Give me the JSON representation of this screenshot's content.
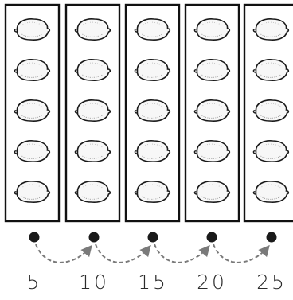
{
  "lemons_per_group": 5,
  "groups": [
    {
      "label": "5"
    },
    {
      "label": "10"
    },
    {
      "label": "15"
    },
    {
      "label": "20"
    },
    {
      "label": "25"
    }
  ],
  "colors": {
    "ink": "#1a1a1a",
    "frame": "#111111",
    "arrow": "#7a7a7a",
    "lemon_fill": "#f7f7f7"
  },
  "icons": {
    "item": "lemon-icon",
    "marker": "dot-icon"
  }
}
